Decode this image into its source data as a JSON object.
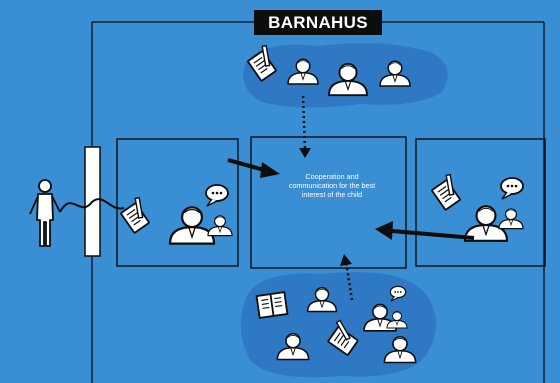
{
  "title": "BARNAHUS",
  "center_label": "Cooperation and communication for the best interest of the child",
  "colors": {
    "background": "#3a8ed4",
    "blob": "#2f79c4",
    "line": "#0d0d0d",
    "figure": "#ffffff",
    "title_bg": "#0d0d0d"
  },
  "icons": [
    "child-figure",
    "person-icon",
    "speech-bubble-icon",
    "document-icon",
    "notebook-icon",
    "arrow"
  ]
}
